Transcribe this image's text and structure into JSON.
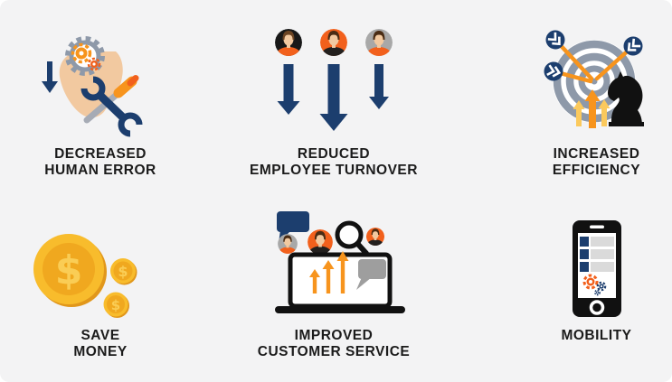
{
  "palette": {
    "background": "#F3F3F4",
    "ink": "#1B1B1B",
    "black": "#111111",
    "navy": "#1C3E6E",
    "orange": "#F2601C",
    "amber": "#F7941D",
    "lightAmber": "#FBC95C",
    "gold": "#F8BC2C",
    "goldInner": "#F0A81F",
    "goldShadow": "#E1971B",
    "goldDollar": "#FACD55",
    "gray": "#8E99A9",
    "grayLight": "#DADADA",
    "bubbleGray": "#9E9E9E",
    "skin": "#F2C9A0",
    "avatarBlack": "#181818",
    "avatarGray": "#A8A8A8",
    "shirtDark": "#23201E",
    "hairBrown": "#6B4423",
    "hairDark": "#4A2C14",
    "toolGray": "#A6ABB5"
  },
  "icons": {
    "dollar_symbol": "$"
  },
  "items": [
    {
      "id": "decreased-human-error",
      "icon": "head-gears-wrench-icon",
      "line1": "DECREASED",
      "line2": "HUMAN ERROR"
    },
    {
      "id": "reduced-employee-turnover",
      "icon": "people-down-arrows-icon",
      "line1": "REDUCED",
      "line2": "EMPLOYEE TURNOVER"
    },
    {
      "id": "increased-efficiency",
      "icon": "target-darts-knight-icon",
      "line1": "INCREASED",
      "line2": "EFFICIENCY"
    },
    {
      "id": "save-money",
      "icon": "dollar-coins-icon",
      "line1": "SAVE",
      "line2": "MONEY"
    },
    {
      "id": "improved-customer-service",
      "icon": "laptop-growth-support-icon",
      "line1": "IMPROVED",
      "line2": "CUSTOMER SERVICE"
    },
    {
      "id": "mobility",
      "icon": "smartphone-icon",
      "line1": "MOBILITY",
      "line2": ""
    }
  ]
}
